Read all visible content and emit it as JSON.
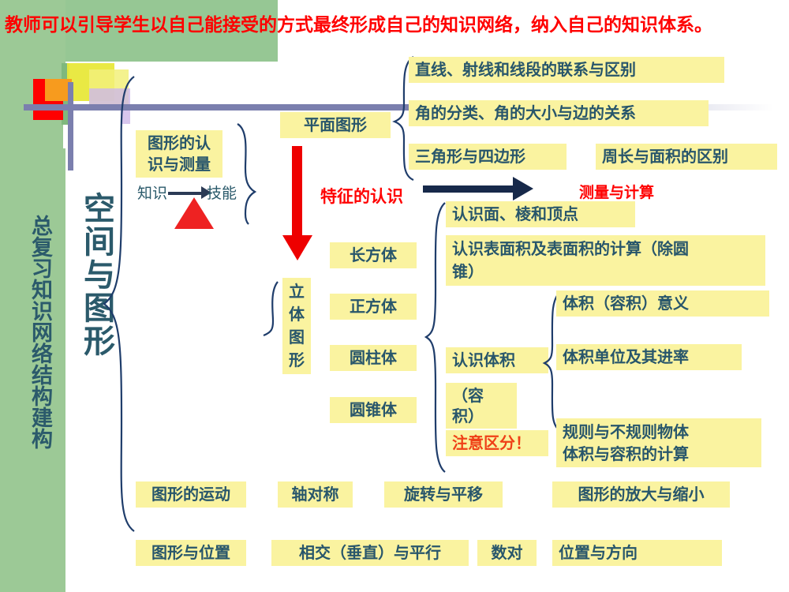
{
  "slide": {
    "title": "教师可以引导学生以自己能接受的方式最终形成自己的知识网络，纳入自己的知识体系。",
    "sidebar_vertical_title": "总复习知识网络结构建构",
    "main_vertical_title": "空间与图形"
  },
  "colors": {
    "header_green": "#96c794",
    "sidebar_green": "#9cc996",
    "title_red": "#ff0000",
    "box_yellow": "#faf3a0",
    "box_text": "#28566b",
    "brace_blue": "#1f3d6b",
    "arrow_red": "#ee0000",
    "arrow_dark": "#17294a",
    "deco_purple": "#7b7fae"
  },
  "branch_recognition": {
    "title": "图形的认\n识与测量",
    "knowledge_label": "知识",
    "skill_label": "技能"
  },
  "plane_figures": {
    "title": "平面图形",
    "items": [
      "直线、射线和线段的联系与区别",
      "角的分类、角的大小与边的关系",
      "三角形与四边形",
      "周长与面积的区别"
    ]
  },
  "feature_recognition": {
    "label": "特征的认识",
    "measure_label": "测量与计算"
  },
  "solid_figures": {
    "title": "立\n体\n图\n形",
    "items": [
      "长方体",
      "正方体",
      "圆柱体",
      "圆锥体"
    ]
  },
  "solid_details": {
    "items": [
      "认识面、棱和顶点",
      "认识表面积及表面积的计算（除圆\n锥）",
      "认识体积",
      "（容\n积）",
      "注意区分！"
    ],
    "volume_group": [
      "体积（容积）意义",
      "体积单位及其进率",
      "规则与不规则物体\n体积与容积的计算"
    ]
  },
  "motion_row": {
    "title": "图形的运动",
    "items": [
      "轴对称",
      "旋转与平移",
      "图形的放大与缩小"
    ]
  },
  "position_row": {
    "title": "图形与位置",
    "items": [
      "相交（垂直）与平行",
      "数对",
      "位置与方向"
    ]
  }
}
